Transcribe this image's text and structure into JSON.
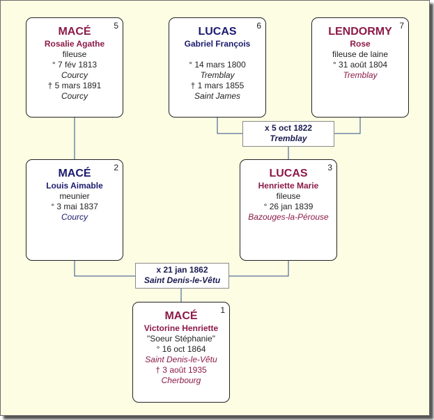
{
  "colors": {
    "male": "#1a1a6e",
    "female": "#8b1a47",
    "background": "#fdfde3",
    "connector": "#2a4a8a"
  },
  "persons": {
    "p5": {
      "num": "5",
      "surname": "MACÉ",
      "given": "Rosalie Agathe",
      "occupation": "fileuse",
      "birth": "° 7 fév 1813",
      "birth_place": "Courcy",
      "death": "† 5 mars 1891",
      "death_place": "Courcy"
    },
    "p6": {
      "num": "6",
      "surname": "LUCAS",
      "given": "Gabriel François",
      "birth": "° 14 mars 1800",
      "birth_place": "Tremblay",
      "death": "† 1 mars 1855",
      "death_place": "Saint James"
    },
    "p7": {
      "num": "7",
      "surname": "LENDORMY",
      "given": "Rose",
      "occupation": "fileuse de laine",
      "birth": "° 31 août 1804",
      "birth_place": "Tremblay"
    },
    "p2": {
      "num": "2",
      "surname": "MACÉ",
      "given": "Louis Aimable",
      "occupation": "meunier",
      "birth": "° 3 mai 1837",
      "birth_place": "Courcy"
    },
    "p3": {
      "num": "3",
      "surname": "LUCAS",
      "given": "Henriette Marie",
      "occupation": "fileuse",
      "birth": "° 26 jan 1839",
      "birth_place": "Bazouges-la-Pérouse"
    },
    "p1": {
      "num": "1",
      "surname": "MACÉ",
      "given": "Victorine Henriette",
      "nickname": "\"Soeur Stéphanie\"",
      "birth": "° 16 oct 1864",
      "birth_place": "Saint Denis-le-Vêtu",
      "death": "† 3 août 1935",
      "death_place": "Cherbourg"
    }
  },
  "marriages": {
    "m67": {
      "date": "x 5 oct 1822",
      "place": "Tremblay"
    },
    "m23": {
      "date": "x 21 jan 1862",
      "place": "Saint Denis-le-Vêtu"
    }
  }
}
